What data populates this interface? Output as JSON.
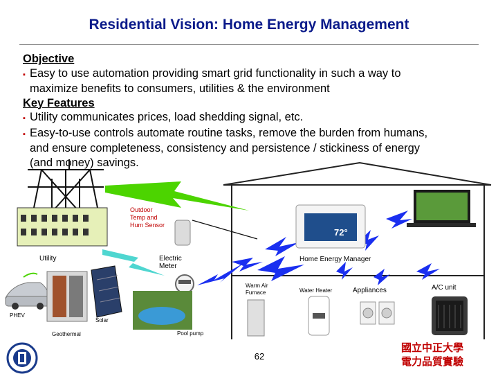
{
  "title": "Residential Vision: Home Energy Management",
  "objective": {
    "heading": "Objective",
    "bullets": [
      {
        "line1": "Easy to use automation providing smart grid functionality in such a way to",
        "line2": "maximize benefits to consumers, utilities & the environment"
      }
    ]
  },
  "key_features": {
    "heading": "Key Features",
    "bullets": [
      {
        "line1": "Utility communicates prices, load shedding signal, etc."
      },
      {
        "line1": "Easy-to-use controls automate routine tasks, remove the burden from humans,",
        "line2": "and ensure completeness, consistency and persistence / stickiness of energy",
        "line3": "(and money) savings."
      }
    ]
  },
  "bullet_glyph": "▪",
  "diagram": {
    "labels": {
      "outdoor_sensor_1": "Outdoor",
      "outdoor_sensor_2": "Temp and",
      "outdoor_sensor_3": "Hum Sensor",
      "utility": "Utility",
      "electric_meter_1": "Electric",
      "electric_meter_2": "Meter",
      "home_energy_manager": "Home Energy Manager",
      "warm_air_furnace_1": "Warm Air",
      "warm_air_furnace_2": "Furnace",
      "water_heater": "Water Heater",
      "appliances": "Appliances",
      "ac_unit": "A/C unit",
      "phev": "PHEV",
      "solar": "Solar",
      "geothermal": "Geothermal",
      "pool_pump": "Pool pump"
    },
    "thermostat_reading": "72°",
    "colors": {
      "signal_green": "#4cd400",
      "signal_blue": "#1a2ff0",
      "signal_cyan": "#4fd6d0",
      "house_outline": "#222222",
      "title_blue": "#0a1a8a",
      "bullet_red": "#c00000"
    }
  },
  "footer": {
    "page_number": "62",
    "institution_line1": "國立中正大學",
    "institution_line2": "電力品質實驗"
  }
}
